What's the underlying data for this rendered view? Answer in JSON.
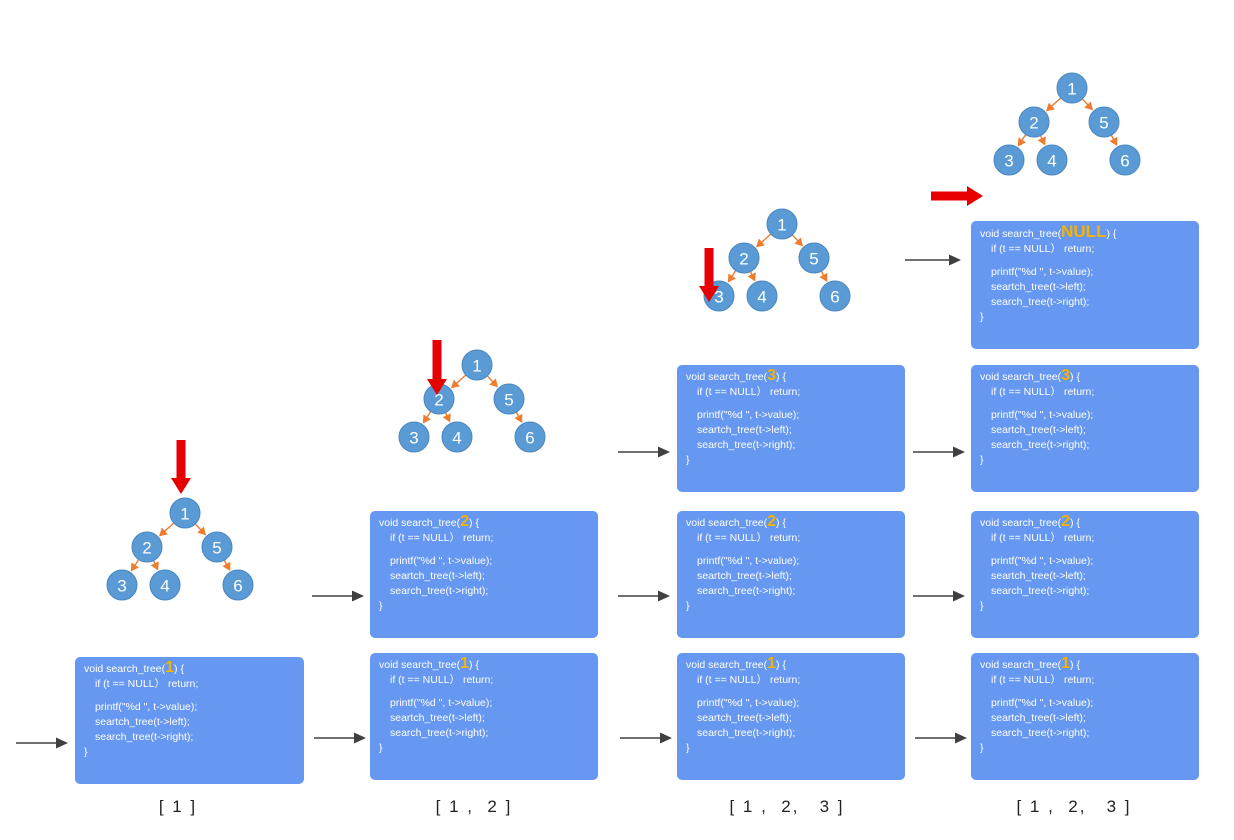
{
  "code": {
    "signature_prefix": "void search_tree(",
    "signature_suffix": ") {",
    "line_if": "if (t == NULL） return;",
    "line_printf": "printf(\"%d \", t->value);",
    "line_left": "seartch_tree(t->left);",
    "line_right": "search_tree(t->right);",
    "line_close": "}"
  },
  "args": {
    "one": "1",
    "two": "2",
    "three": "3",
    "null": "NULL"
  },
  "tree_labels": [
    "1",
    "2",
    "5",
    "3",
    "4",
    "6"
  ],
  "results": [
    "[ 1 ]",
    "[ 1 ,  2 ]",
    "[ 1 ,  2,   3 ]",
    "[ 1 ,  2,   3 ]"
  ],
  "colors": {
    "node": "#5b9bd5",
    "edge": "#ed7d31",
    "code_box": "#6698f2",
    "argument": "#f5b301",
    "pointer": "#e60000",
    "flow_arrow": "#404040"
  }
}
